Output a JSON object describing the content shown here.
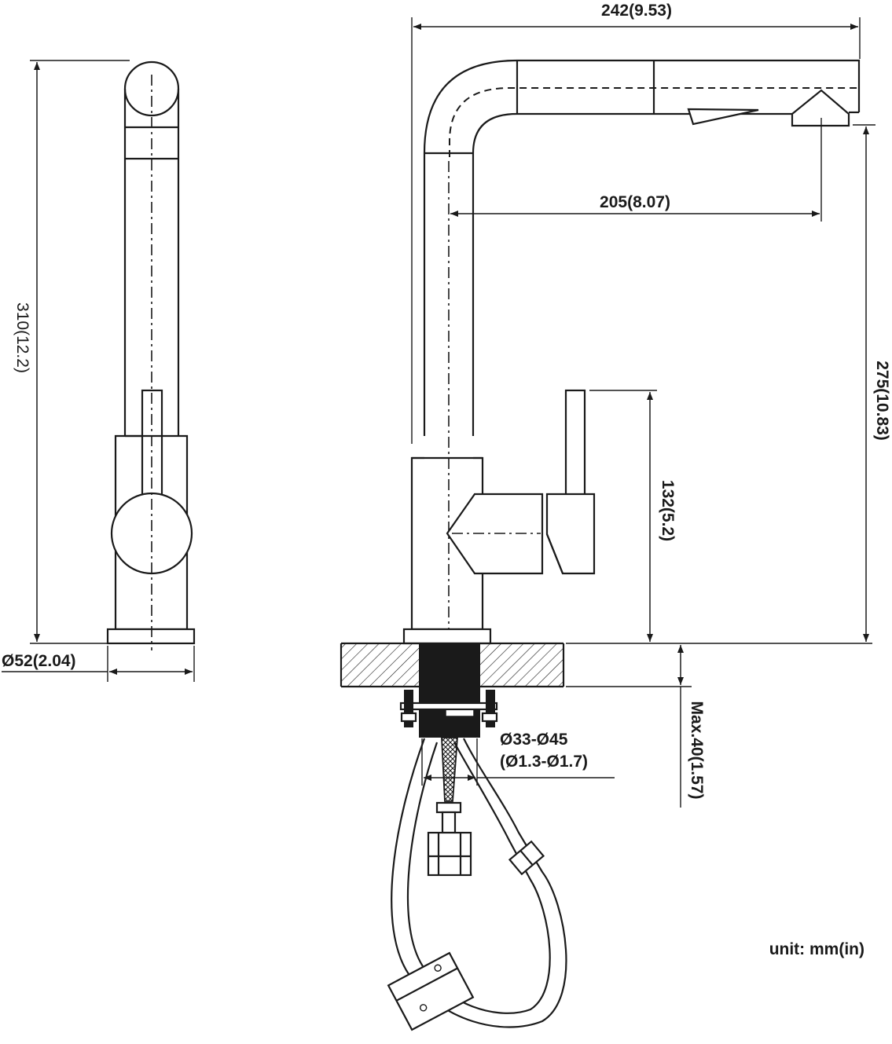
{
  "dimensions": {
    "total_height": "310(12.2)",
    "base_diameter": "Ø52(2.04)",
    "spout_length": "242(9.53)",
    "spout_reach": "205(8.07)",
    "spout_height": "275(10.83)",
    "handle_height": "132(5.2)",
    "max_deck_thickness": "Max.40(1.57)",
    "hole_diameter_mm": "Ø33-Ø45",
    "hole_diameter_in": "(Ø1.3-Ø1.7)"
  },
  "unit_note": "unit: mm(in)"
}
